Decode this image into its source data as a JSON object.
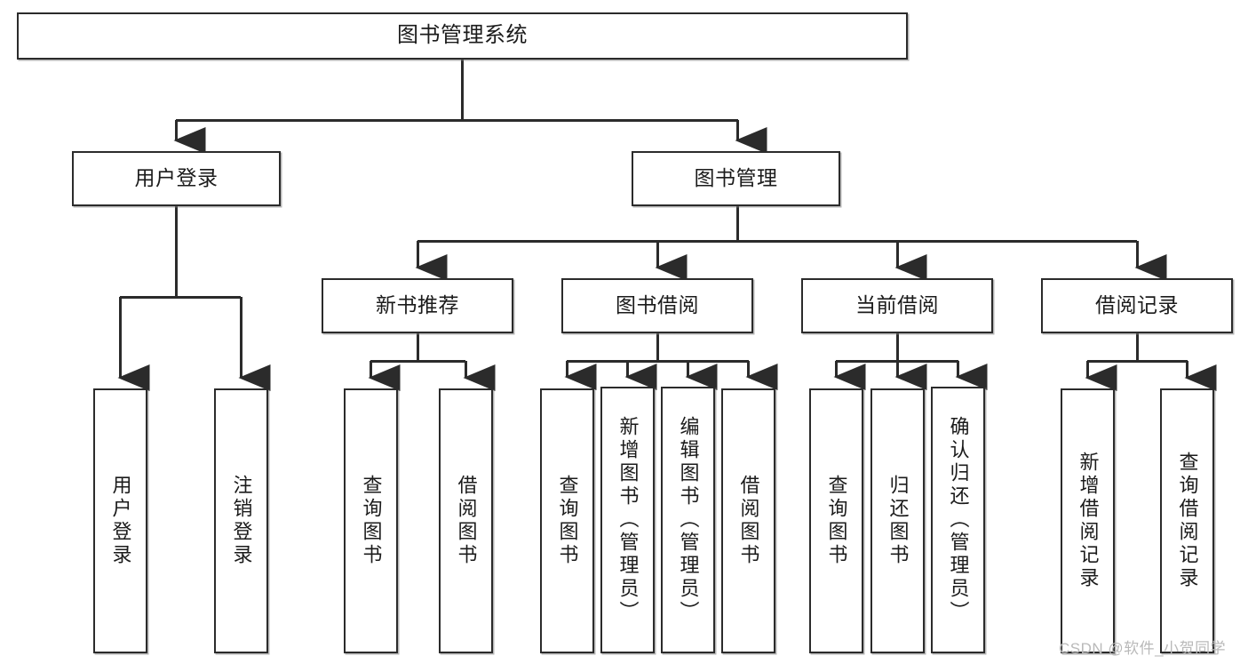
{
  "diagram": {
    "title": "图书管理系统",
    "type": "tree",
    "watermark": "CSDN @软件_小贺同学",
    "colors": {
      "box_border": "#2b2b2b",
      "box_fill": "#ffffff",
      "line": "#2b2b2b",
      "text": "#1b1b1b",
      "watermark": "#b9b9b9"
    },
    "root": {
      "label": "图书管理系统"
    },
    "level2": [
      {
        "label": "用户登录"
      },
      {
        "label": "图书管理"
      }
    ],
    "level3": [
      {
        "label": "新书推荐"
      },
      {
        "label": "图书借阅"
      },
      {
        "label": "当前借阅"
      },
      {
        "label": "借阅记录"
      }
    ],
    "leaves": {
      "user_login": [
        {
          "label": "用户登录"
        },
        {
          "label": "注销登录"
        }
      ],
      "new_book": [
        {
          "label": "查询图书"
        },
        {
          "label": "借阅图书"
        }
      ],
      "borrow_book": [
        {
          "label": "查询图书"
        },
        {
          "label": "新增图书（管理员）"
        },
        {
          "label": "编辑图书（管理员）"
        },
        {
          "label": "借阅图书"
        }
      ],
      "current_borrow": [
        {
          "label": "查询图书"
        },
        {
          "label": "归还图书"
        },
        {
          "label": "确认归还（管理员）"
        }
      ],
      "borrow_record": [
        {
          "label": "新增借阅记录"
        },
        {
          "label": "查询借阅记录"
        }
      ]
    }
  }
}
